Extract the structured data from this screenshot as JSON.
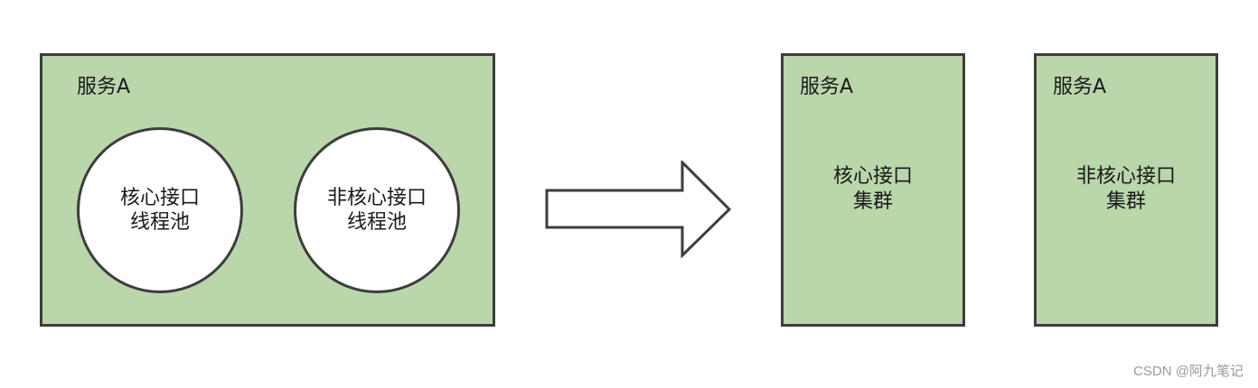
{
  "colors": {
    "box_fill": "#bad6ab",
    "border": "#3d3d3d",
    "circle_fill": "#ffffff"
  },
  "left_service": {
    "title": "服务A",
    "pools": [
      {
        "line1": "核心接口",
        "line2": "线程池"
      },
      {
        "line1": "非核心接口",
        "line2": "线程池"
      }
    ]
  },
  "arrow": {
    "icon": "right-arrow-icon"
  },
  "clusters": [
    {
      "title": "服务A",
      "line1": "核心接口",
      "line2": "集群"
    },
    {
      "title": "服务A",
      "line1": "非核心接口",
      "line2": "集群"
    }
  ],
  "watermark": "CSDN @阿九笔记"
}
